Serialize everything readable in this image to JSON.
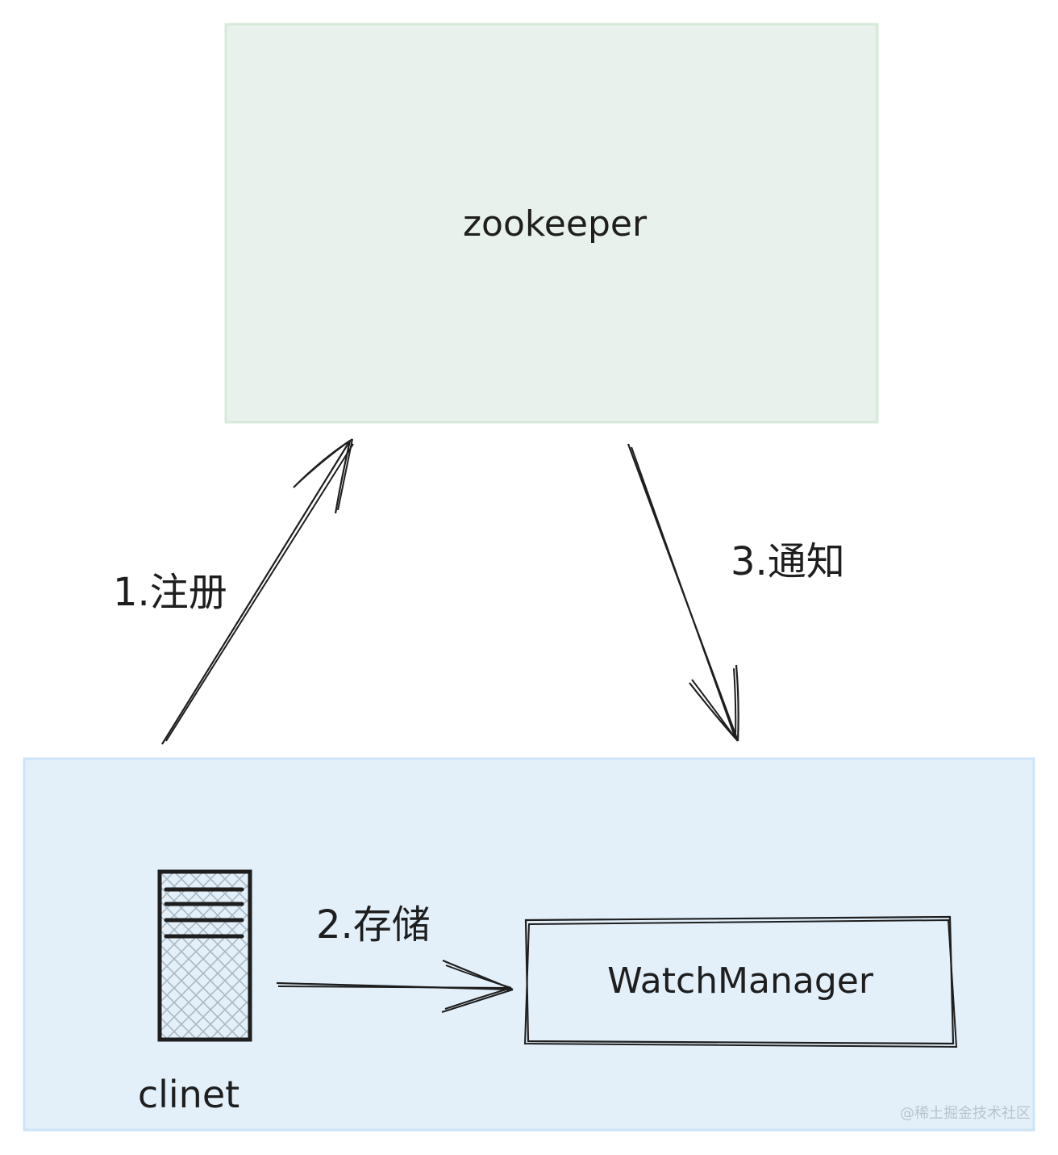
{
  "nodes": {
    "zookeeper": {
      "label": "zookeeper",
      "fill": "#e8f1eb",
      "stroke": "#d6ead9"
    },
    "client_panel": {
      "fill": "#e3f0fa",
      "stroke": "#cce4f6"
    },
    "client": {
      "label": "clinet"
    },
    "watch_manager": {
      "label": "WatchManager"
    }
  },
  "edges": {
    "register": {
      "label": "1.注册"
    },
    "store": {
      "label": "2.存储"
    },
    "notify": {
      "label": "3.通知"
    }
  },
  "watermark": {
    "text": "@稀土掘金技术社区"
  },
  "colors": {
    "ink": "#1e1e1e",
    "hatch": "#a9b8c3"
  }
}
